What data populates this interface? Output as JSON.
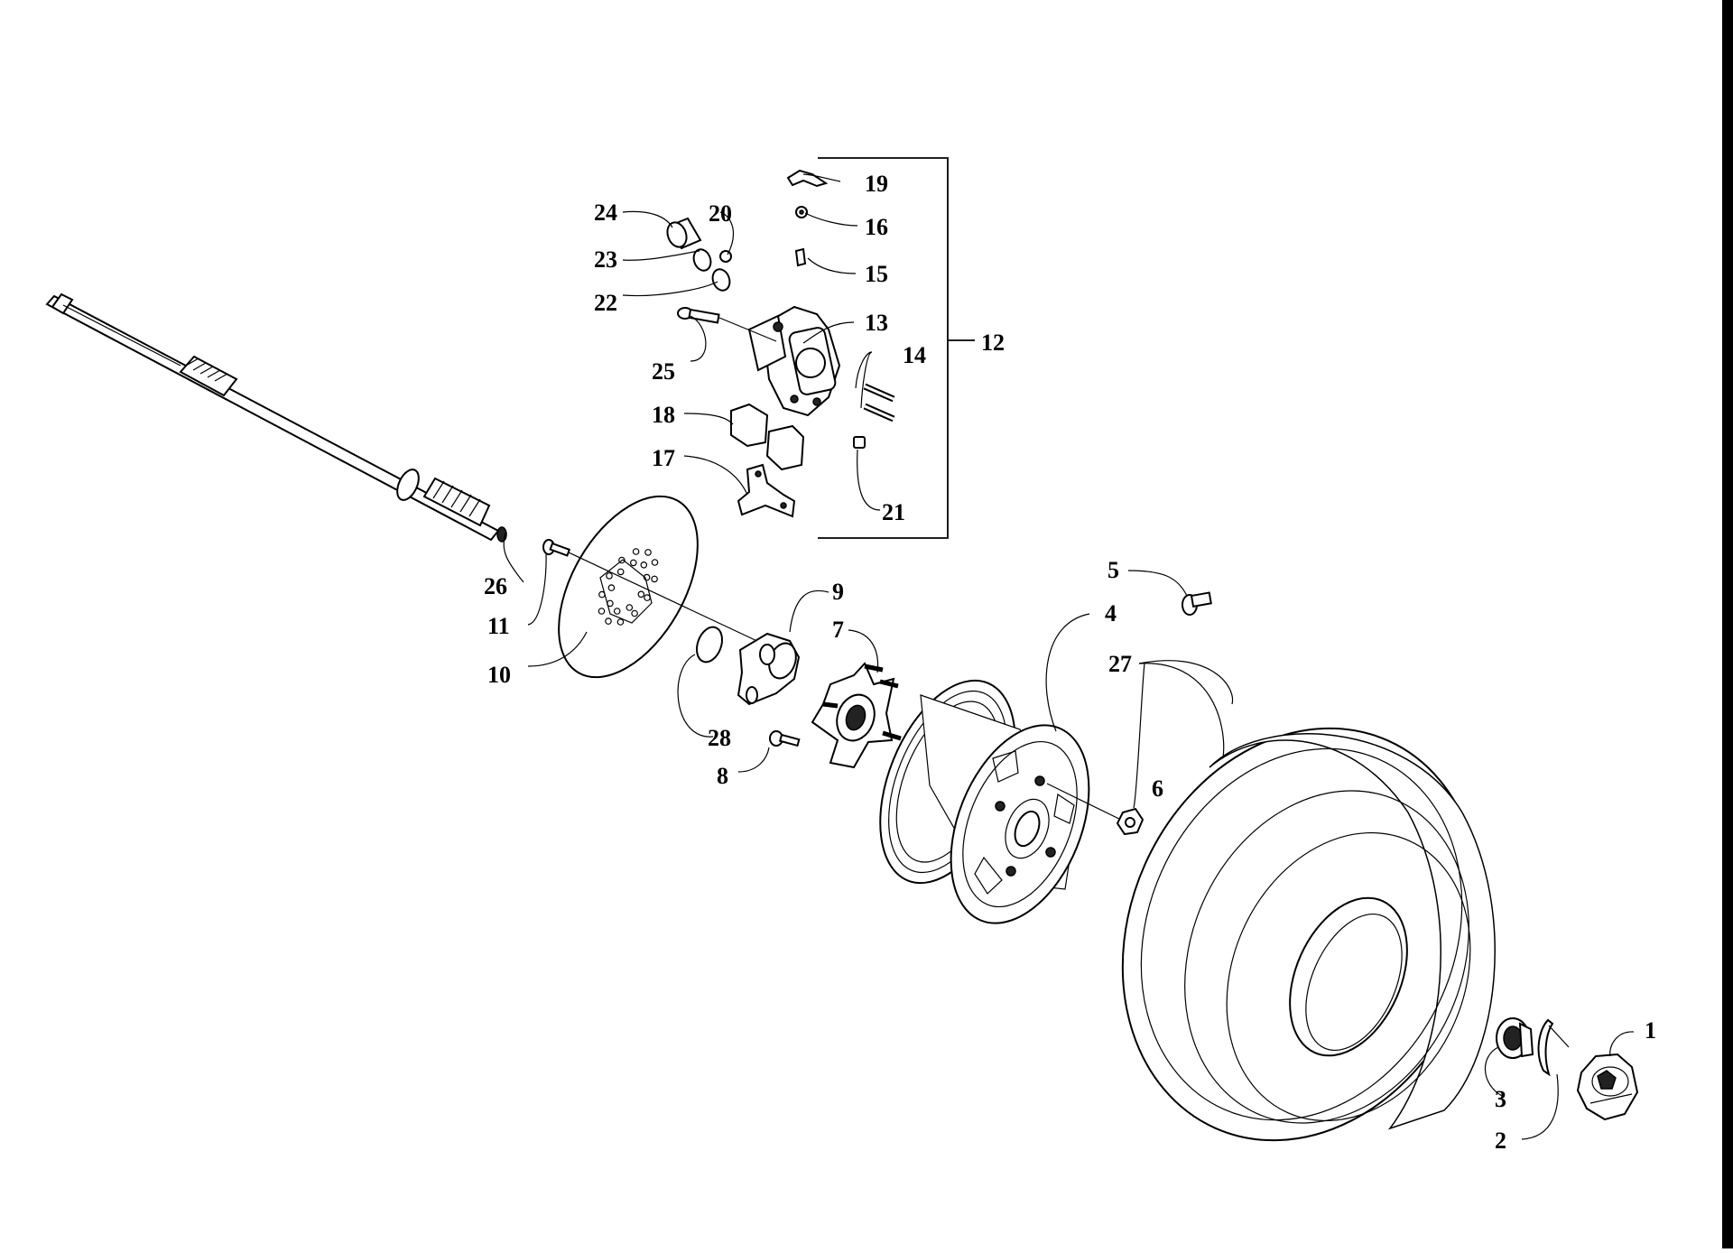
{
  "diagram": {
    "colors": {
      "line": "#000000",
      "background": "#ffffff"
    },
    "callouts": {
      "c1": "1",
      "c2": "2",
      "c3": "3",
      "c4": "4",
      "c5": "5",
      "c6": "6",
      "c7": "7",
      "c8": "8",
      "c9": "9",
      "c10": "10",
      "c11": "11",
      "c12": "12",
      "c13": "13",
      "c14": "14",
      "c15": "15",
      "c16": "16",
      "c17": "17",
      "c18": "18",
      "c19": "19",
      "c20": "20",
      "c21": "21",
      "c22": "22",
      "c23": "23",
      "c24": "24",
      "c25": "25",
      "c26": "26",
      "c27": "27",
      "c28": "28"
    }
  }
}
